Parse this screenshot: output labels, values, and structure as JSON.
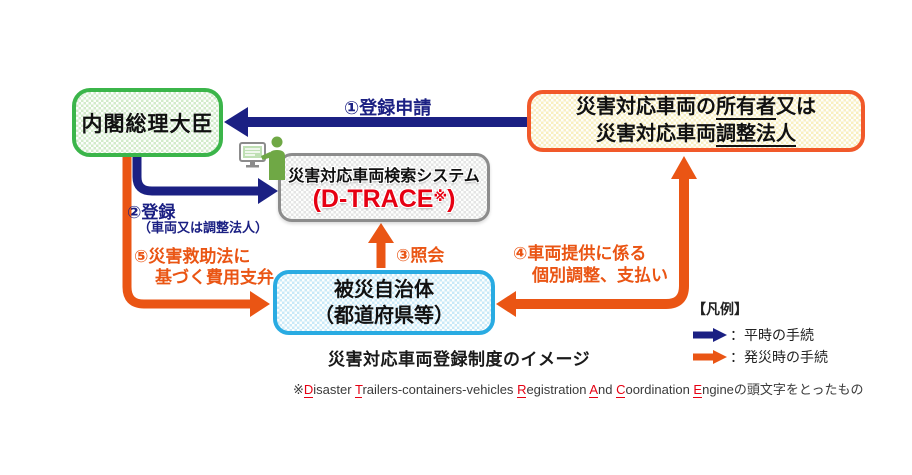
{
  "colors": {
    "navy": "#1b2083",
    "orange": "#ea5514",
    "boxOrange": "#f1592a",
    "green": "#3bb54a",
    "cyan": "#29abe2",
    "gray": "#8c8c8c",
    "red": "#e60012"
  },
  "boxes": {
    "pm": {
      "label": "内閣総理大臣"
    },
    "owner": {
      "line1_pre": "災害対応車両の",
      "line1_u": "所有者",
      "line1_post": "又は",
      "line2_pre": "災害対応車両",
      "line2_u": "調整法人"
    },
    "dtrace": {
      "title": "災害対応車両検索システム",
      "name_open": "(D-TRACE",
      "name_mark": "※",
      "name_close": ")"
    },
    "municipality": {
      "line1": "被災自治体",
      "line2": "（都道府県等）"
    }
  },
  "flows": {
    "f1": {
      "label": "①登録申請"
    },
    "f2": {
      "label": "②登録",
      "sub": "（車両又は調整法人）"
    },
    "f3": {
      "label": "③照会"
    },
    "f4": {
      "line1": "④車両提供に係る",
      "line2": "個別調整、支払い"
    },
    "f5": {
      "line1": "⑤災害救助法に",
      "line2": "基づく費用支弁"
    }
  },
  "legend": {
    "title": "【凡例】",
    "items": [
      {
        "label": "：平時の手続",
        "color": "#1b2083"
      },
      {
        "label": "：発災時の手続",
        "color": "#ea5514"
      }
    ]
  },
  "caption": "災害対応車両登録制度のイメージ",
  "footnote": {
    "segments": [
      {
        "text": "※",
        "red": false
      },
      {
        "text": "D",
        "red": true
      },
      {
        "text": "isaster ",
        "red": false
      },
      {
        "text": "T",
        "red": true
      },
      {
        "text": "railers-containers-vehicles ",
        "red": false
      },
      {
        "text": "R",
        "red": true
      },
      {
        "text": "egistration ",
        "red": false
      },
      {
        "text": "A",
        "red": true
      },
      {
        "text": "nd ",
        "red": false
      },
      {
        "text": "C",
        "red": true
      },
      {
        "text": "oordination ",
        "red": false
      },
      {
        "text": "E",
        "red": true
      },
      {
        "text": "ngineの頭文字をとったもの",
        "red": false
      }
    ]
  }
}
